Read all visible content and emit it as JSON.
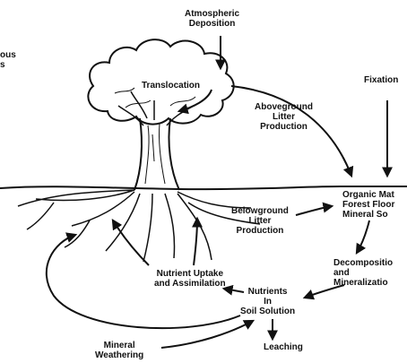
{
  "labels": {
    "atmospheric_deposition": [
      "Atmospheric",
      "Deposition"
    ],
    "translocation": [
      "Translocation"
    ],
    "fixation": [
      "Fixation"
    ],
    "aboveground_litter": [
      "Aboveground",
      "Litter",
      "Production"
    ],
    "organic_matter": [
      "Organic Mat",
      "Forest Floor",
      "Mineral So"
    ],
    "belowground_litter": [
      "Belowground",
      "Litter",
      "Production"
    ],
    "decomposition": [
      "Decompositio",
      "and",
      "Mineralizatio"
    ],
    "nutrient_uptake": [
      "Nutrient Uptake",
      "and Assimilation"
    ],
    "nutrients_soil": [
      "Nutrients",
      "In",
      "Soil Solution"
    ],
    "mineral_weathering": [
      "Mineral",
      "Weathering"
    ],
    "leaching": [
      "Leaching"
    ],
    "cut_left_label": [
      "ous",
      "s"
    ]
  },
  "colors": {
    "ink": "#111111",
    "background": "#ffffff"
  }
}
